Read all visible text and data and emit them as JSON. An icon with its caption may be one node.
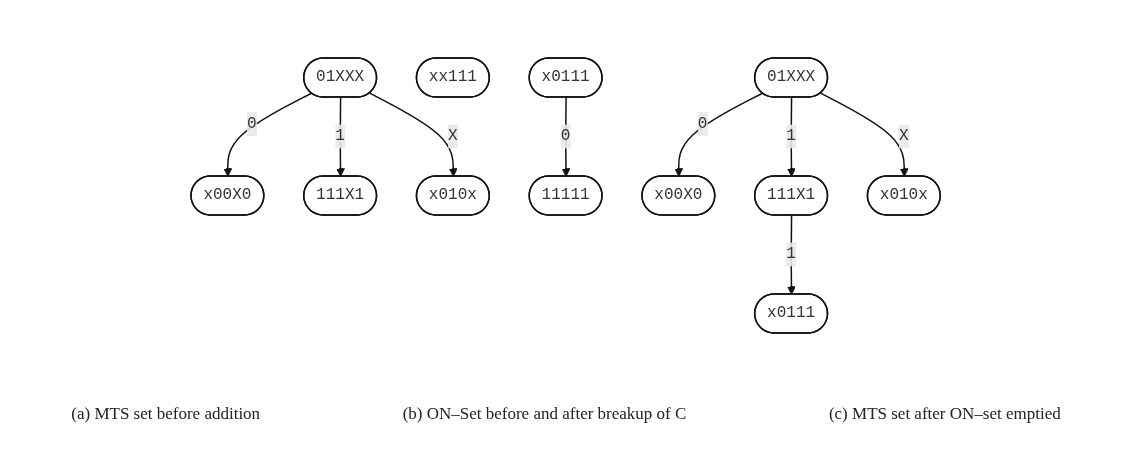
{
  "diagram": {
    "nodes": [
      {
        "text": [
          "01XXX"
        ]
      },
      {
        "text": [
          "x00X0"
        ]
      },
      {
        "text": [
          "111X1"
        ]
      },
      {
        "text": [
          "x010x"
        ]
      },
      {
        "text": [
          "xx111"
        ]
      },
      {
        "text": [
          "x0111"
        ]
      },
      {
        "text": [
          "11111"
        ]
      },
      {
        "text": [
          "01XXX"
        ]
      },
      {
        "text": [
          "x00X0"
        ]
      },
      {
        "text": [
          "111X1"
        ]
      },
      {
        "text": [
          "x010x"
        ]
      },
      {
        "text": [
          "x0111"
        ]
      }
    ],
    "edges": [
      {
        "from": 0,
        "to": 1,
        "arrow": "to",
        "label": "0"
      },
      {
        "from": 0,
        "to": 2,
        "arrow": "to",
        "label": "1"
      },
      {
        "from": 0,
        "to": 3,
        "arrow": "to",
        "label": "X"
      },
      {
        "from": 5,
        "to": 6,
        "arrow": "to",
        "label": "0"
      },
      {
        "from": 7,
        "to": 8,
        "arrow": "to",
        "label": "0"
      },
      {
        "from": 7,
        "to": 9,
        "arrow": "to",
        "label": "1"
      },
      {
        "from": 7,
        "to": 10,
        "arrow": "to",
        "label": "X"
      },
      {
        "from": 9,
        "to": 11,
        "arrow": "to",
        "label": "1"
      }
    ],
    "labels": [
      "(a) MTS set before addition",
      "(b) ON–Set before and after breakup of C",
      "(c) MTS set after ON–set emptied"
    ]
  }
}
